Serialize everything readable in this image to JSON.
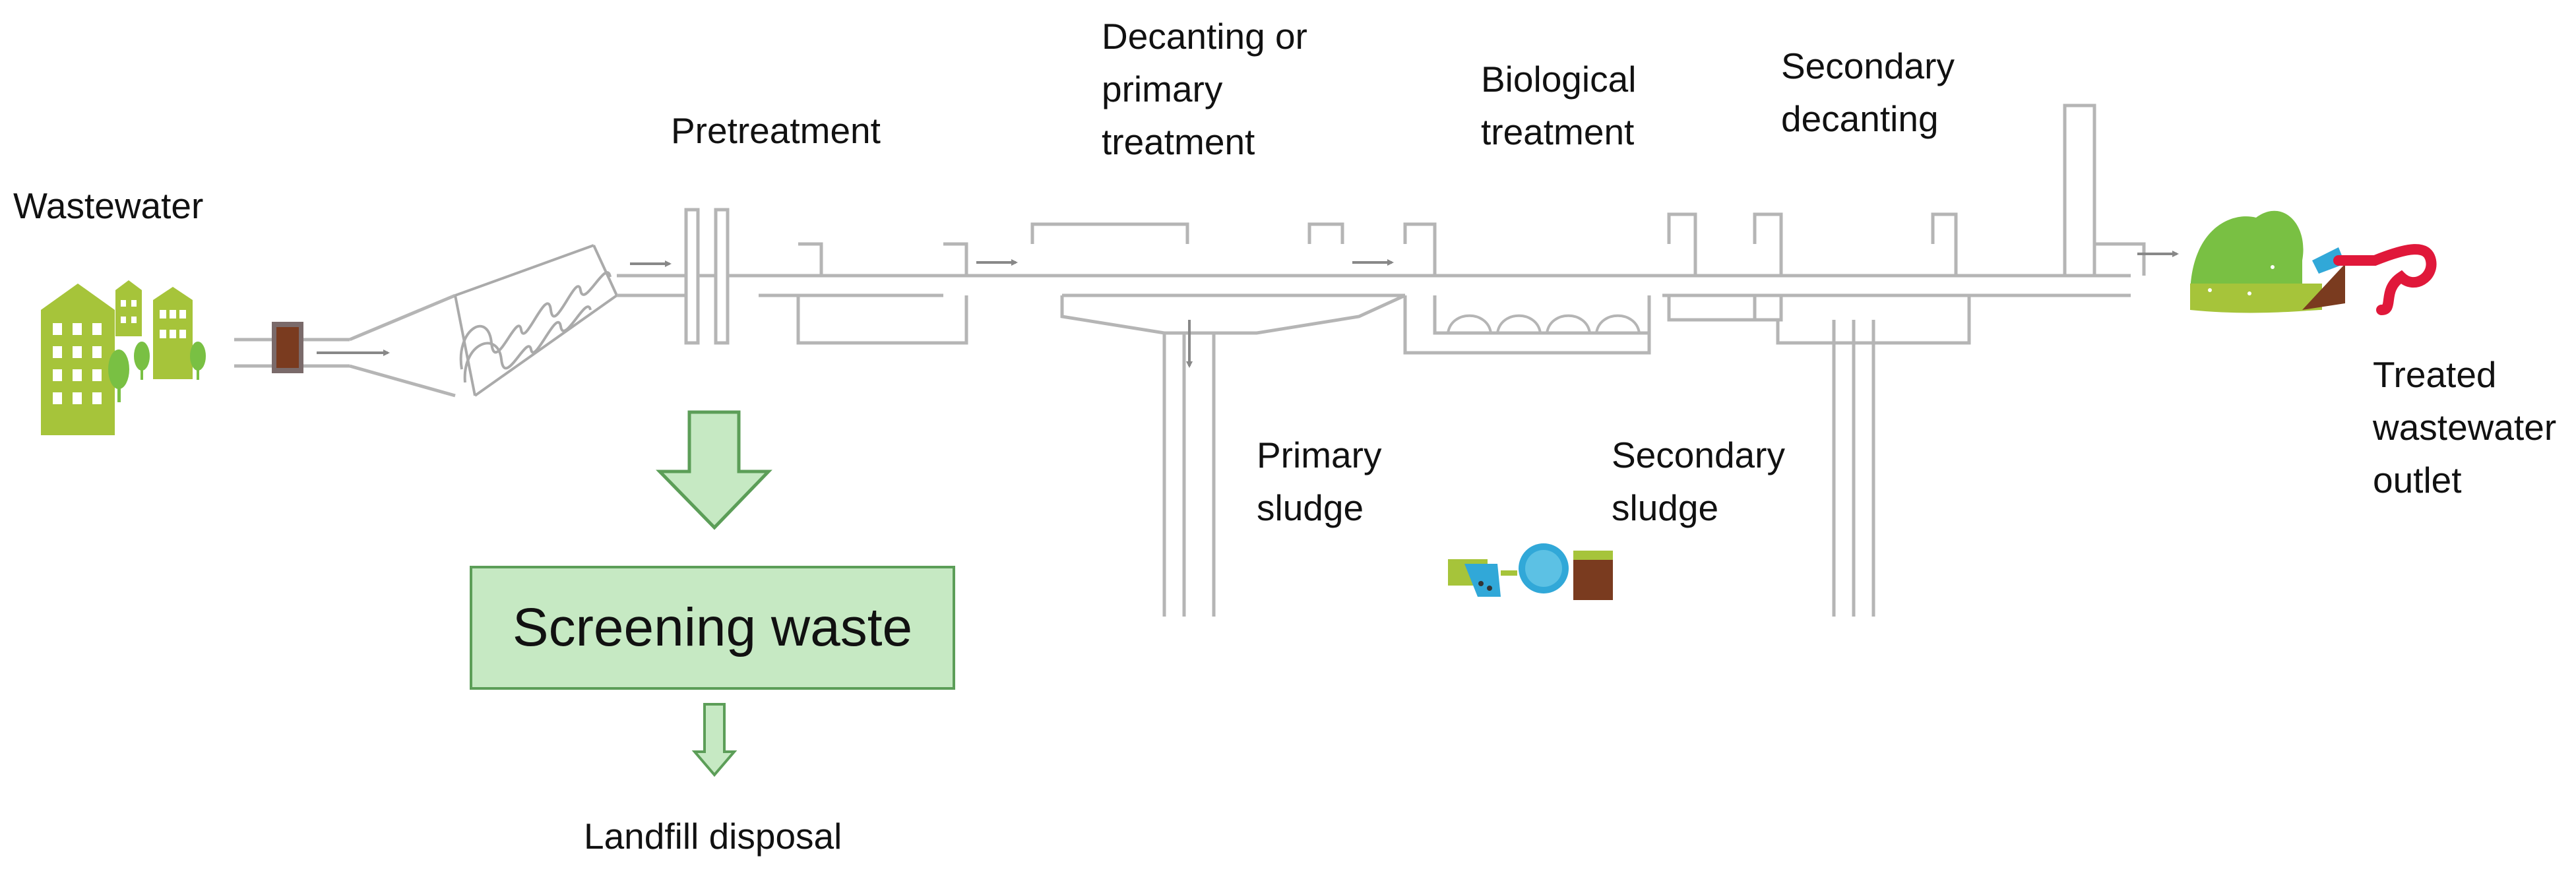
{
  "labels": {
    "wastewater": "Wastewater",
    "pretreatment": "Pretreatment",
    "decanting": "Decanting or\nprimary\ntreatment",
    "biological": "Biological\ntreatment",
    "secondary_decanting": "Secondary\ndecanting",
    "primary_sludge": "Primary\nsludge",
    "secondary_sludge": "Secondary\nsludge",
    "treated_outlet": "Treated\nwastewater\noutlet",
    "screening_waste": "Screening waste",
    "landfill": "Landfill disposal"
  },
  "colors": {
    "pipe": "#b5b5b5",
    "flow_arrow": "#888888",
    "building_green": "#a6c43a",
    "tree_green": "#79c043",
    "box_fill": "#c6e9c3",
    "box_border": "#5c9e58",
    "sludge_brown": "#7a3b1f",
    "outlet_red": "#e0183a",
    "sludge_blue": "#31a8d8"
  },
  "icons": {
    "city": "city-buildings-icon",
    "screen": "screen-grate-icon",
    "screw": "screw-conveyor-icon",
    "sludge": "sludge-treatment-icon",
    "landscape": "landscape-irrigation-icon",
    "hose": "hose-icon"
  }
}
